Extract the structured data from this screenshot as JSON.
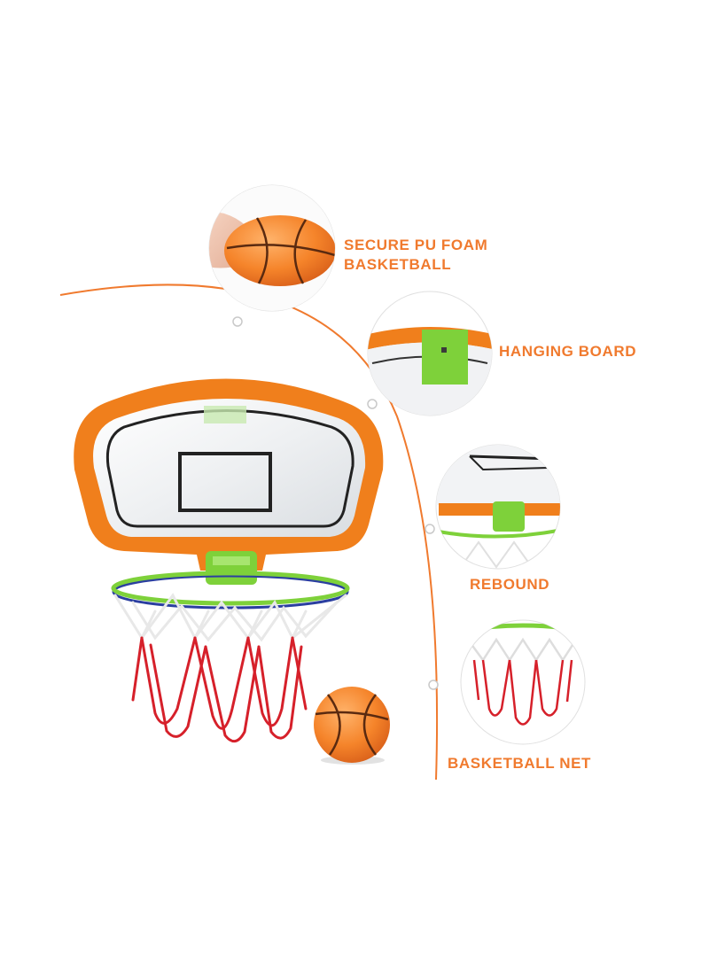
{
  "features": [
    {
      "id": "foam",
      "lines": [
        "SECURE PU FOAM",
        "BASKETBALL"
      ]
    },
    {
      "id": "hanging",
      "lines": [
        "HANGING BOARD"
      ]
    },
    {
      "id": "rebound",
      "lines": [
        "REBOUND"
      ]
    },
    {
      "id": "net",
      "lines": [
        "BASKETBALL NET"
      ]
    }
  ],
  "colors": {
    "accent": "#f07a2e",
    "board_frame": "#f07f1c",
    "hoop_green": "#7ed13a",
    "net_red": "#d6202a",
    "ball_orange": "#f5842a"
  },
  "icons": [
    "basketball-icon",
    "hanging-board-icon",
    "rebound-icon",
    "basketball-net-icon"
  ]
}
